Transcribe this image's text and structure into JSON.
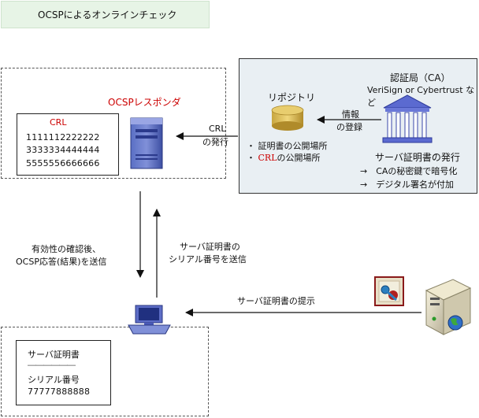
{
  "title": "OCSPによるオンラインチェック",
  "responder": {
    "label": "OCSPレスポンダ",
    "crl_title": "CRL",
    "crl_serials": [
      "1111112222222",
      "3333334444444",
      "5555556666666"
    ]
  },
  "ca": {
    "title": "認証局（CA）",
    "examples": "VeriSign or Cybertrust など",
    "repository_label": "リポジトリ",
    "register_line1": "情報",
    "register_line2": "の登録",
    "issue_title": "サーバ証明書の発行",
    "issue_steps": [
      "→　CAの秘密鍵で暗号化",
      "→　デジタル署名が付加"
    ],
    "repo_bullet1": "・ 証明書の公開場所",
    "repo_bullet2_red": "CRL",
    "repo_bullet2_rest": "の公開場所"
  },
  "arrows": {
    "crl_issue_line1": "CRL",
    "crl_issue_line2": "の発行",
    "response_line1": "有効性の確認後、",
    "response_line2": "OCSP応答(結果)を送信",
    "request_line1": "サーバ証明書の",
    "request_line2": "シリアル番号を送信",
    "present": "サーバ証明書の提示"
  },
  "client": {
    "cert_title": "サーバ証明書",
    "divider": "――――――",
    "serial_label": "シリアル番号",
    "serial_value": "77777888888"
  }
}
